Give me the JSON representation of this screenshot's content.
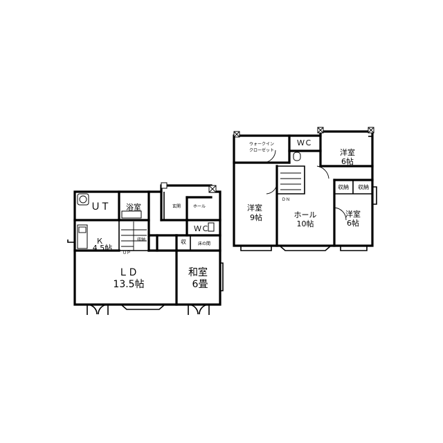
{
  "floor1": {
    "ut": "ＵＴ",
    "bath": "浴室",
    "kitchen": "Ｋ",
    "kitchen_size": "4.5帖",
    "ld": "ＬＤ",
    "ld_size": "13.5帖",
    "washitsu": "和室",
    "washitsu_size": "6畳",
    "entrance": "玄関",
    "wc": "ＷＣ",
    "storage": "収",
    "kura": "床の間",
    "up": "ＵＰ",
    "shoe": "ホール",
    "storage_small": "収納"
  },
  "floor2": {
    "walkin": "ウォークイン",
    "walkin2": "クローゼット",
    "wc": "ＷＣ",
    "west_a": "洋室",
    "west_a_size": "6帖",
    "west_b": "洋室",
    "west_b_size": "9帖",
    "hall": "ホール",
    "hall_size": "10帖",
    "west_c": "洋室",
    "west_c_size": "6帖",
    "shuno1": "収納",
    "shuno2": "収納",
    "dn": "ＤＮ"
  }
}
